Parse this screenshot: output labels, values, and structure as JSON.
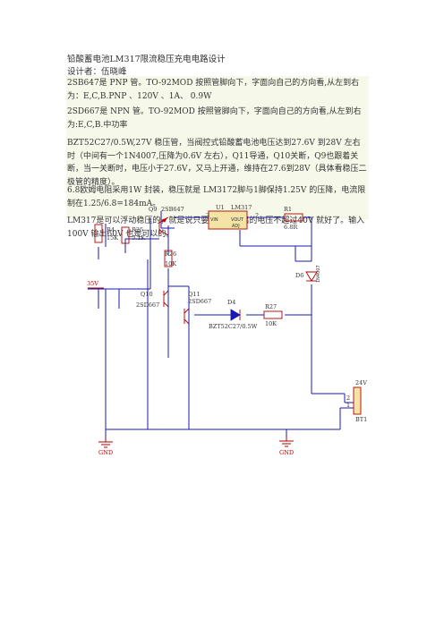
{
  "document": {
    "title": "铅酸蓄电池LM317限流稳压充电电路设计",
    "author": "设计者：伍晓峰",
    "paragraphs": [
      "2SB647是 PNP 管。TO-92MOD 按照管脚向下，字面向自己的方向看,从左到右为：E,C,B.PNP 、120V 、1A、 0.9W",
      "2SD667是 NPN 管。TO-92MOD 按照管脚向下，字面向自己的方向看,从左到右为:E,C,B.中功率",
      "BZT52C27/0.5W,27V 稳压管，当阀控式铅酸蓄电池电压达到27.6V 到28V 左右时（中间有一个1N4007,压降为0.6V 左右），Q11导通，Q10关断，Q9也跟着关断，当一关断时，电压小于27.6V，又马上开通，维持在27.6到28V（具体看稳压二极管的精度）。",
      "6.8欧姆电阻采用1W 封装，稳压就是 LM3172脚与1脚保持1.25V 的压降，电流限制在1.25/6.8=184mA。",
      "LM317是可以浮动稳压的，就是说只要输入与输出的电压不超过40V 就好了。输入100V 输出60V 也是可以的。"
    ]
  },
  "schematic": {
    "labels": {
      "vin": "35V",
      "q9": "Q9",
      "q9_part": "2SB647",
      "u1": "U1",
      "u1_part": "LM317",
      "pin3": "3",
      "pin2": "2",
      "vin_pin": "VIN",
      "vout_pin": "VOUT",
      "adj_pin": "ADJ",
      "r1": "R1",
      "r1_val": "6.8R",
      "r4": "R4",
      "r4_val": "15K",
      "r25": "R25",
      "r25_val": "5.1K",
      "r26": "R26",
      "r26_val": "10K",
      "d6": "D6",
      "d6_part": "1N4007",
      "q10": "Q10",
      "q10_part": "2SD667",
      "q11": "Q11",
      "q11_part": "2SD667",
      "d4": "D4",
      "d4_part": "BZT52C27/0.5W",
      "r27": "R27",
      "r27_val": "10K",
      "bt_volt": "24V",
      "bt_pin2": "2",
      "bt_pin1": "1",
      "bt1": "BT1",
      "gnd_left": "GND",
      "gnd_right": "GND"
    },
    "colors": {
      "wire": "#1a1ab0",
      "component": "#b00000",
      "text": "#333333",
      "panel": "#f6f9ea",
      "battery": "#f3e4a6"
    }
  }
}
